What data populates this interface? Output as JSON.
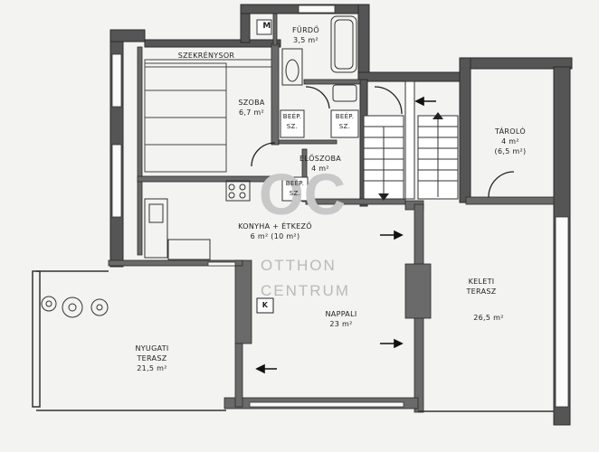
{
  "plan": {
    "rooms": {
      "bathroom": {
        "name": "FÜRDŐ",
        "area": "3,5 m²"
      },
      "wardrobe": {
        "name": "SZEKRÉNYSOR"
      },
      "bedroom": {
        "name": "SZOBA",
        "area": "6,7 m²"
      },
      "closet1": {
        "name": "BEÉP.",
        "sub": "SZ."
      },
      "closet2": {
        "name": "BEÉP.",
        "sub": "SZ."
      },
      "closet3": {
        "name": "BEÉP.",
        "sub": "SZ."
      },
      "hall": {
        "name": "ELŐSZOBA",
        "area": "4 m²"
      },
      "kitchen": {
        "name": "KONYHA + ÉTKEZŐ",
        "area": "6 m² (10 m²)"
      },
      "living": {
        "name": "NAPPALI",
        "area": "23 m²"
      },
      "storage": {
        "name": "TÁROLÓ",
        "area": "4 m²",
        "note": "(6,5 m²)"
      },
      "east_terrace": {
        "name": "KELETI",
        "sub": "TERASZ",
        "area": "26,5 m²"
      },
      "west_terrace": {
        "name": "NYUGATI",
        "sub": "TERASZ",
        "area": "21,5 m²"
      }
    },
    "wc_mark": "M",
    "chimney_mark": "K",
    "watermark": {
      "brand1": "OTTHON",
      "brand2": "CENTRUM",
      "logo": "OC"
    }
  }
}
